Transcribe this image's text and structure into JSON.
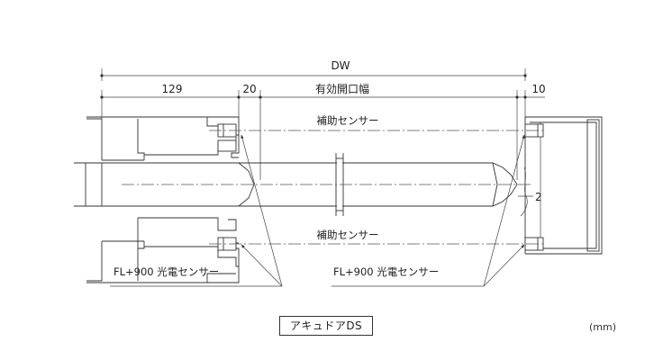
{
  "dimensions": {
    "overall": "DW",
    "left_offset": "129",
    "left_gap": "20",
    "clear_opening": "有効開口幅",
    "right_gap": "10",
    "small_gap": "2"
  },
  "labels": {
    "aux_sensor_top": "補助センサー",
    "aux_sensor_bottom": "補助センサー",
    "photo_sensor_left": "FL+900 光電センサー",
    "photo_sensor_right": "FL+900 光電センサー"
  },
  "title": "アキュドアDS",
  "unit": "(mm)"
}
